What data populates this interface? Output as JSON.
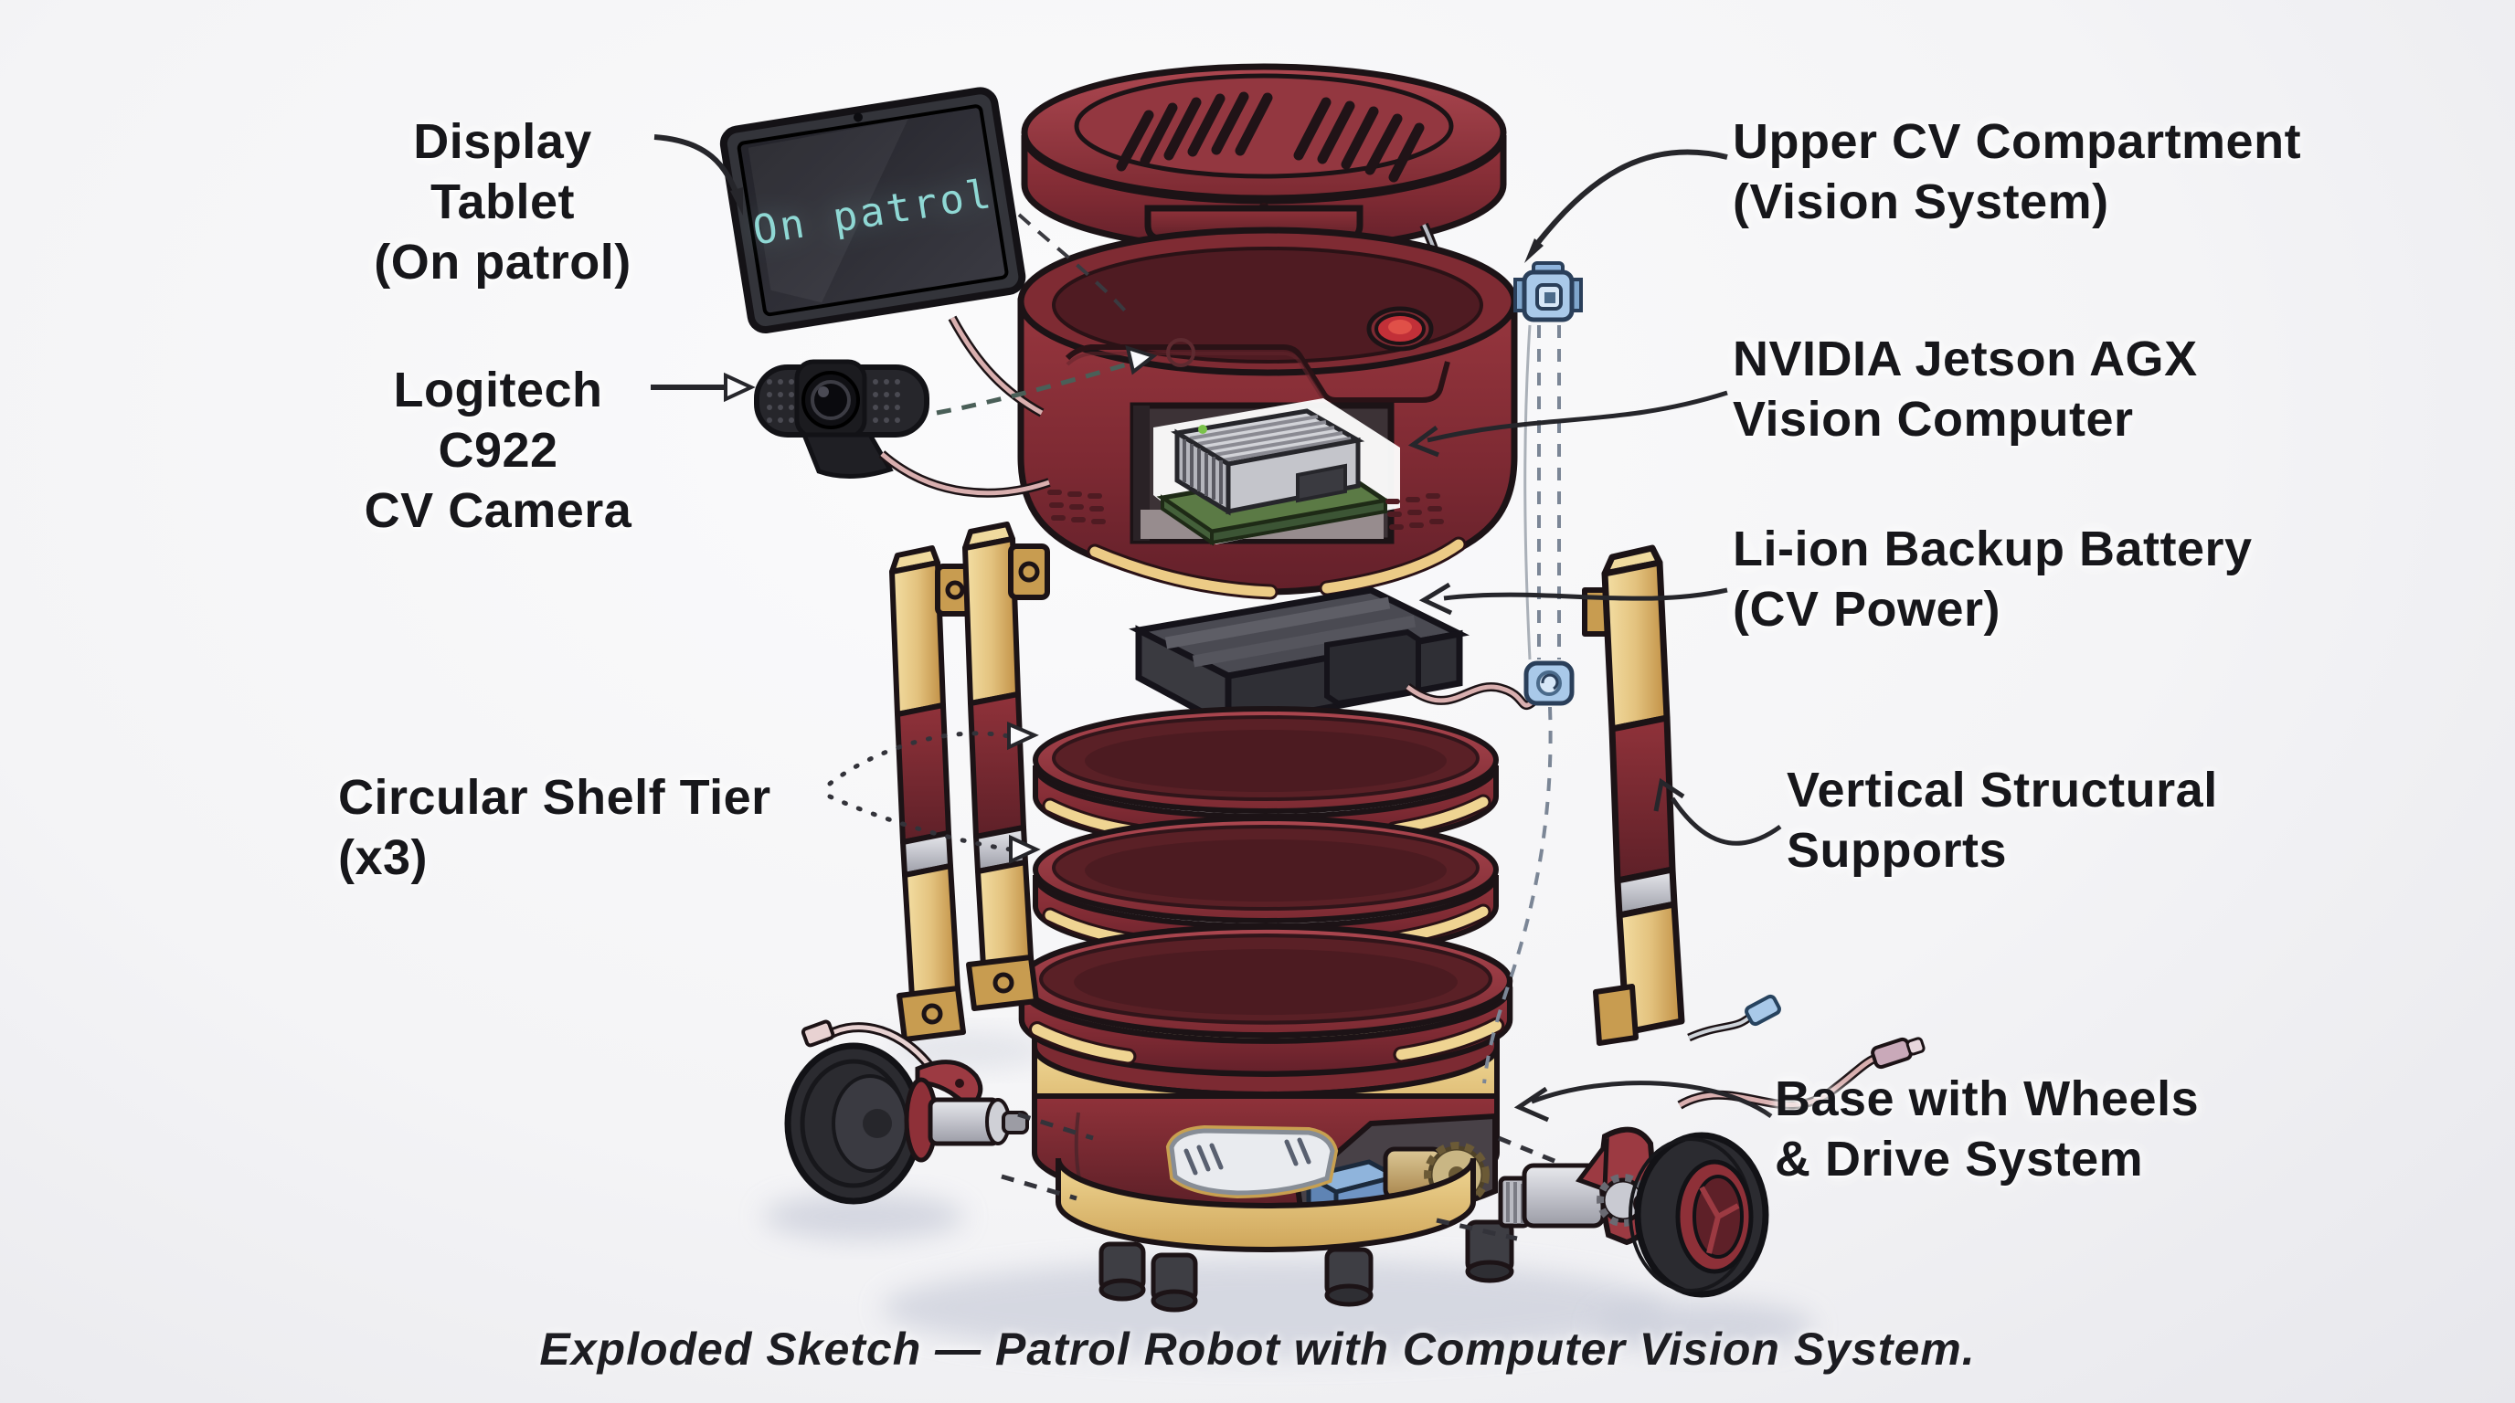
{
  "caption": "Exploded Sketch — Patrol Robot with Computer Vision System.",
  "tablet_screen_text": "On patrol",
  "labels": {
    "display_tablet": {
      "line1": "Display Tablet",
      "line2": "(On patrol)"
    },
    "cv_camera": {
      "line1": "Logitech C922",
      "line2": "CV Camera"
    },
    "shelf_tier": {
      "line1": "Circular Shelf Tier (x3)"
    },
    "upper_compartment": {
      "line1": "Upper CV Compartment",
      "line2": "(Vision System)"
    },
    "vision_computer": {
      "line1": "NVIDIA Jetson AGX",
      "line2": "Vision Computer"
    },
    "backup_battery": {
      "line1": "Li-ion Backup Battery",
      "line2": "(CV Power)"
    },
    "supports": {
      "line1": "Vertical Structural",
      "line2": "Supports"
    },
    "base": {
      "line1": "Base with Wheels",
      "line2": "& Drive System"
    }
  },
  "colors": {
    "maroon": "#8E3038",
    "maroon_dark": "#5E2028",
    "gold": "#D9AF64",
    "gold_light": "#F0DA9E",
    "screen_teal": "#8FD8D4",
    "connector_blue": "#A9C9E9",
    "wire_pink": "#D9AFAF",
    "battery_gray": "#3A3A40",
    "tire_black": "#2B2B30",
    "outline": "#1C1316",
    "background": "#F4F4F6"
  }
}
